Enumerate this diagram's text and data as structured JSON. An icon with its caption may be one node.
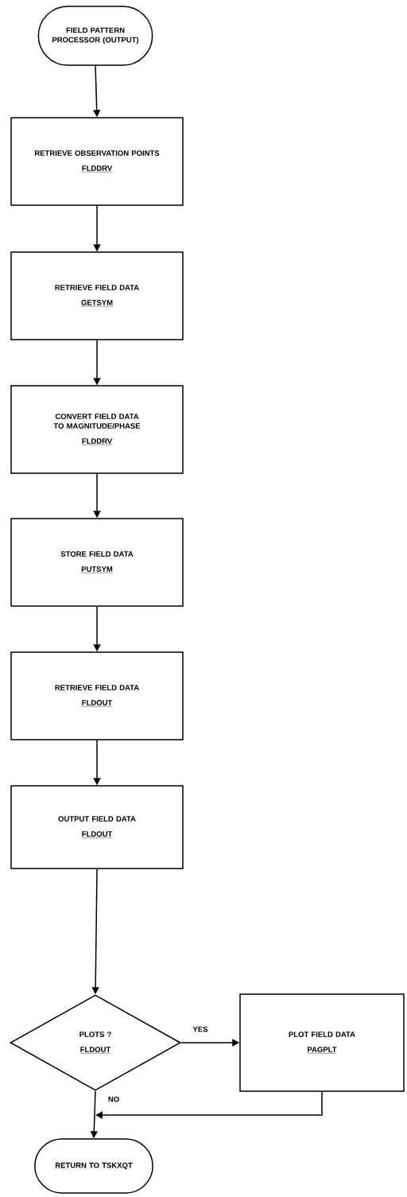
{
  "diagram": {
    "nodes": [
      {
        "text": [
          "FIELD PATTERN PROCESSOR (OUTPUT)"
        ]
      },
      {
        "text": [
          "RETRIEVE OBSERVATION POINTS",
          "FLDDRV"
        ]
      },
      {
        "text": [
          "RETRIEVE FIELD DATA",
          "GETSYM"
        ]
      },
      {
        "text": [
          "CONVERT FIELD DATA TO MAGNITUDE/PHASE",
          "FLDDRV"
        ]
      },
      {
        "text": [
          "STORE FIELD DATA",
          "PUTSYM"
        ]
      },
      {
        "text": [
          "RETRIEVE FIELD DATA",
          "FLDOUT"
        ]
      },
      {
        "text": [
          "OUTPUT FIELD DATA",
          "FLDOUT"
        ]
      },
      {
        "text": [
          "PLOTS ?",
          "FLDOUT"
        ]
      },
      {
        "text": [
          "PLOT FIELD DATA",
          "PAGPLT"
        ]
      },
      {
        "text": [
          "RETURN TO TSKXQT"
        ]
      }
    ],
    "edges": [
      {
        "from": 0,
        "to": 1,
        "arrow": "to"
      },
      {
        "from": 1,
        "to": 2,
        "arrow": "to"
      },
      {
        "from": 2,
        "to": 3,
        "arrow": "to"
      },
      {
        "from": 3,
        "to": 4,
        "arrow": "to"
      },
      {
        "from": 4,
        "to": 5,
        "arrow": "to"
      },
      {
        "from": 5,
        "to": 6,
        "arrow": "to"
      },
      {
        "from": 6,
        "to": 7,
        "arrow": "to"
      },
      {
        "from": 7,
        "to": 8,
        "arrow": "to",
        "label": "YES"
      },
      {
        "from": 7,
        "to": 9,
        "arrow": "to",
        "label": "NO"
      },
      {
        "from": 8,
        "to": 9,
        "arrow": "to"
      }
    ]
  }
}
